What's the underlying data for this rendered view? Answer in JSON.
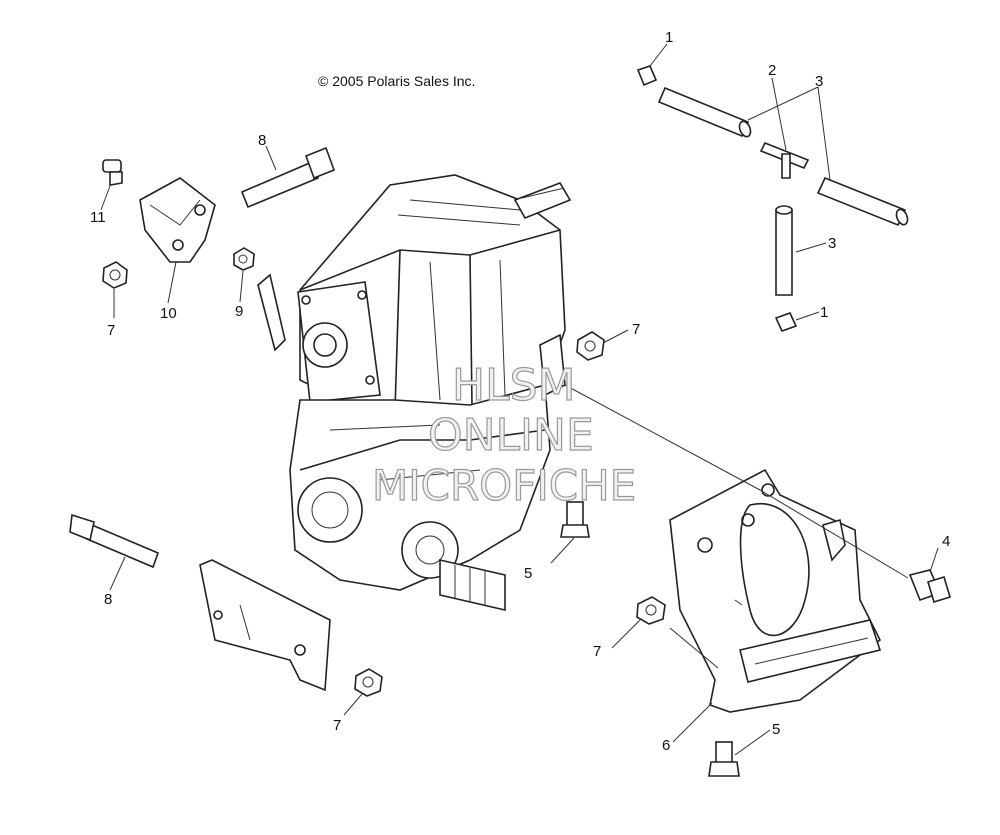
{
  "copyright": "© 2005 Polaris Sales Inc.",
  "watermark": {
    "line1": "HLSM",
    "line2": "ONLINE",
    "line3": "MICROFICHE"
  },
  "callouts": {
    "c1a": "1",
    "c1b": "1",
    "c2": "2",
    "c3a": "3",
    "c3b": "3",
    "c4": "4",
    "c5a": "5",
    "c5b": "5",
    "c6": "6",
    "c7a": "7",
    "c7b": "7",
    "c7c": "7",
    "c7d": "7",
    "c8a": "8",
    "c8b": "8",
    "c9": "9",
    "c10": "10",
    "c11": "11"
  }
}
